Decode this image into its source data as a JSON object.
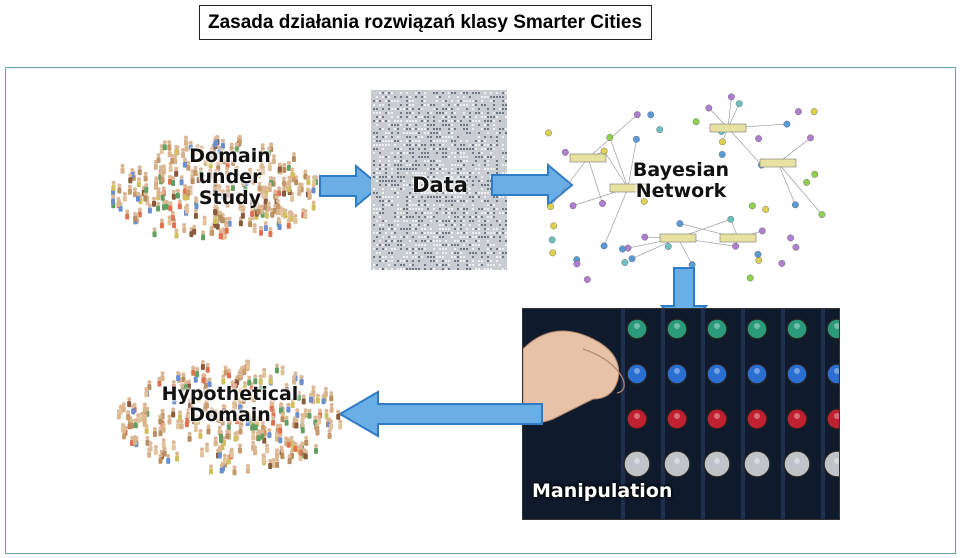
{
  "title": "Zasada działania rozwiązań klasy Smarter Cities",
  "stages": {
    "domain": "Domain\nunder\nStudy",
    "data": "Data",
    "network": "Bayesian\nNetwork",
    "manipulation": "Manipulation",
    "hypothetical": "Hypothetical\nDomain"
  },
  "colors": {
    "arrow_fill": "#6aaee6",
    "arrow_stroke": "#2f7cc6",
    "frame": "#6aa5a0"
  }
}
